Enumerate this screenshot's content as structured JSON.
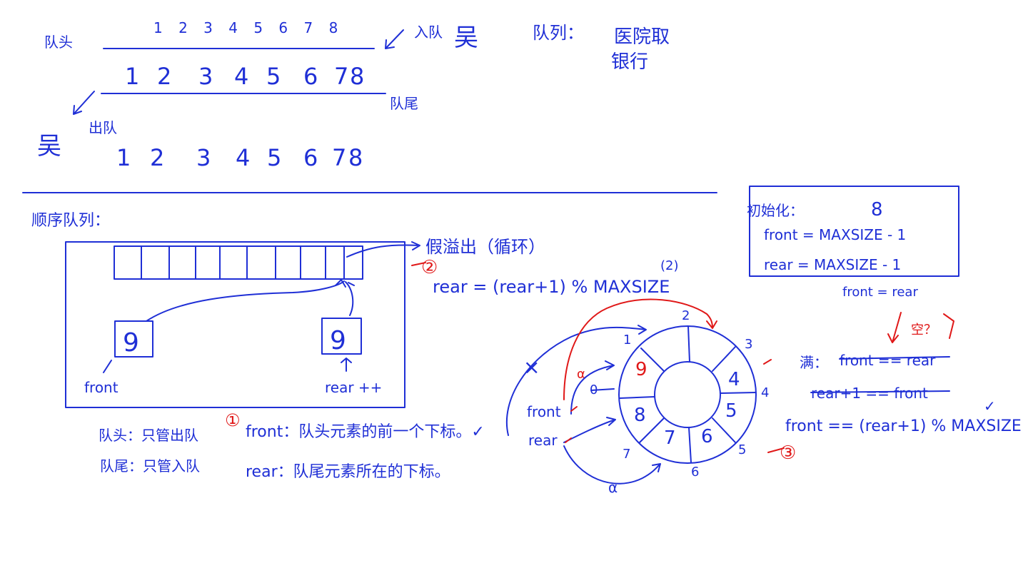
{
  "colors": {
    "ink_blue": "#1f2fd6",
    "ink_red": "#e01818",
    "background": "#ffffff"
  },
  "top": {
    "head_label": "队头",
    "tail_label": "队尾",
    "enqueue_label": "入队",
    "dequeue_label": "出队",
    "person_glyph": "吴",
    "sequence_small": "1 2 3 4 5 6 7 8",
    "row_numbers": [
      "1",
      "2",
      "3",
      "4",
      "5",
      "6",
      "7",
      "8"
    ],
    "queue_title": "队列：",
    "examples": [
      "医院取",
      "银行"
    ]
  },
  "seq_queue": {
    "title": "顺序队列：",
    "false_overflow": "假溢出（循环）",
    "front_value": "9",
    "rear_value": "9",
    "front_label": "front",
    "rear_label": "rear ++",
    "step1_marker": "①",
    "step2_marker": "②",
    "rear_formula": "rear = (rear+1) % MAXSIZE",
    "formula_note": "(2)",
    "head_note": "队头：只管出队",
    "tail_note": "队尾：只管入队",
    "front_def": "front：队头元素的前一个下标。✓",
    "rear_def": "rear：队尾元素所在的下标。"
  },
  "init_box": {
    "title": "初始化：",
    "size": "8",
    "front_init": "front = MAXSIZE - 1",
    "rear_init": "rear = MAXSIZE - 1"
  },
  "right_notes": {
    "empty_cond": "front = rear",
    "empty_tag": "空？",
    "full_label": "满：",
    "full_strike_1": "front == rear",
    "full_strike_2": "rear+1 == front",
    "full_cond": "front == (rear+1) % MAXSIZE",
    "check": "✓",
    "marker3": "③"
  },
  "ring": {
    "outer_labels": [
      "0",
      "1",
      "2",
      "3",
      "4",
      "5",
      "6",
      "7"
    ],
    "cell_values": [
      "9",
      "4",
      "5",
      "6",
      "7",
      "8"
    ],
    "front_label": "front",
    "rear_label": "rear",
    "crossed_mark": "×",
    "alpha_mark": "α"
  }
}
